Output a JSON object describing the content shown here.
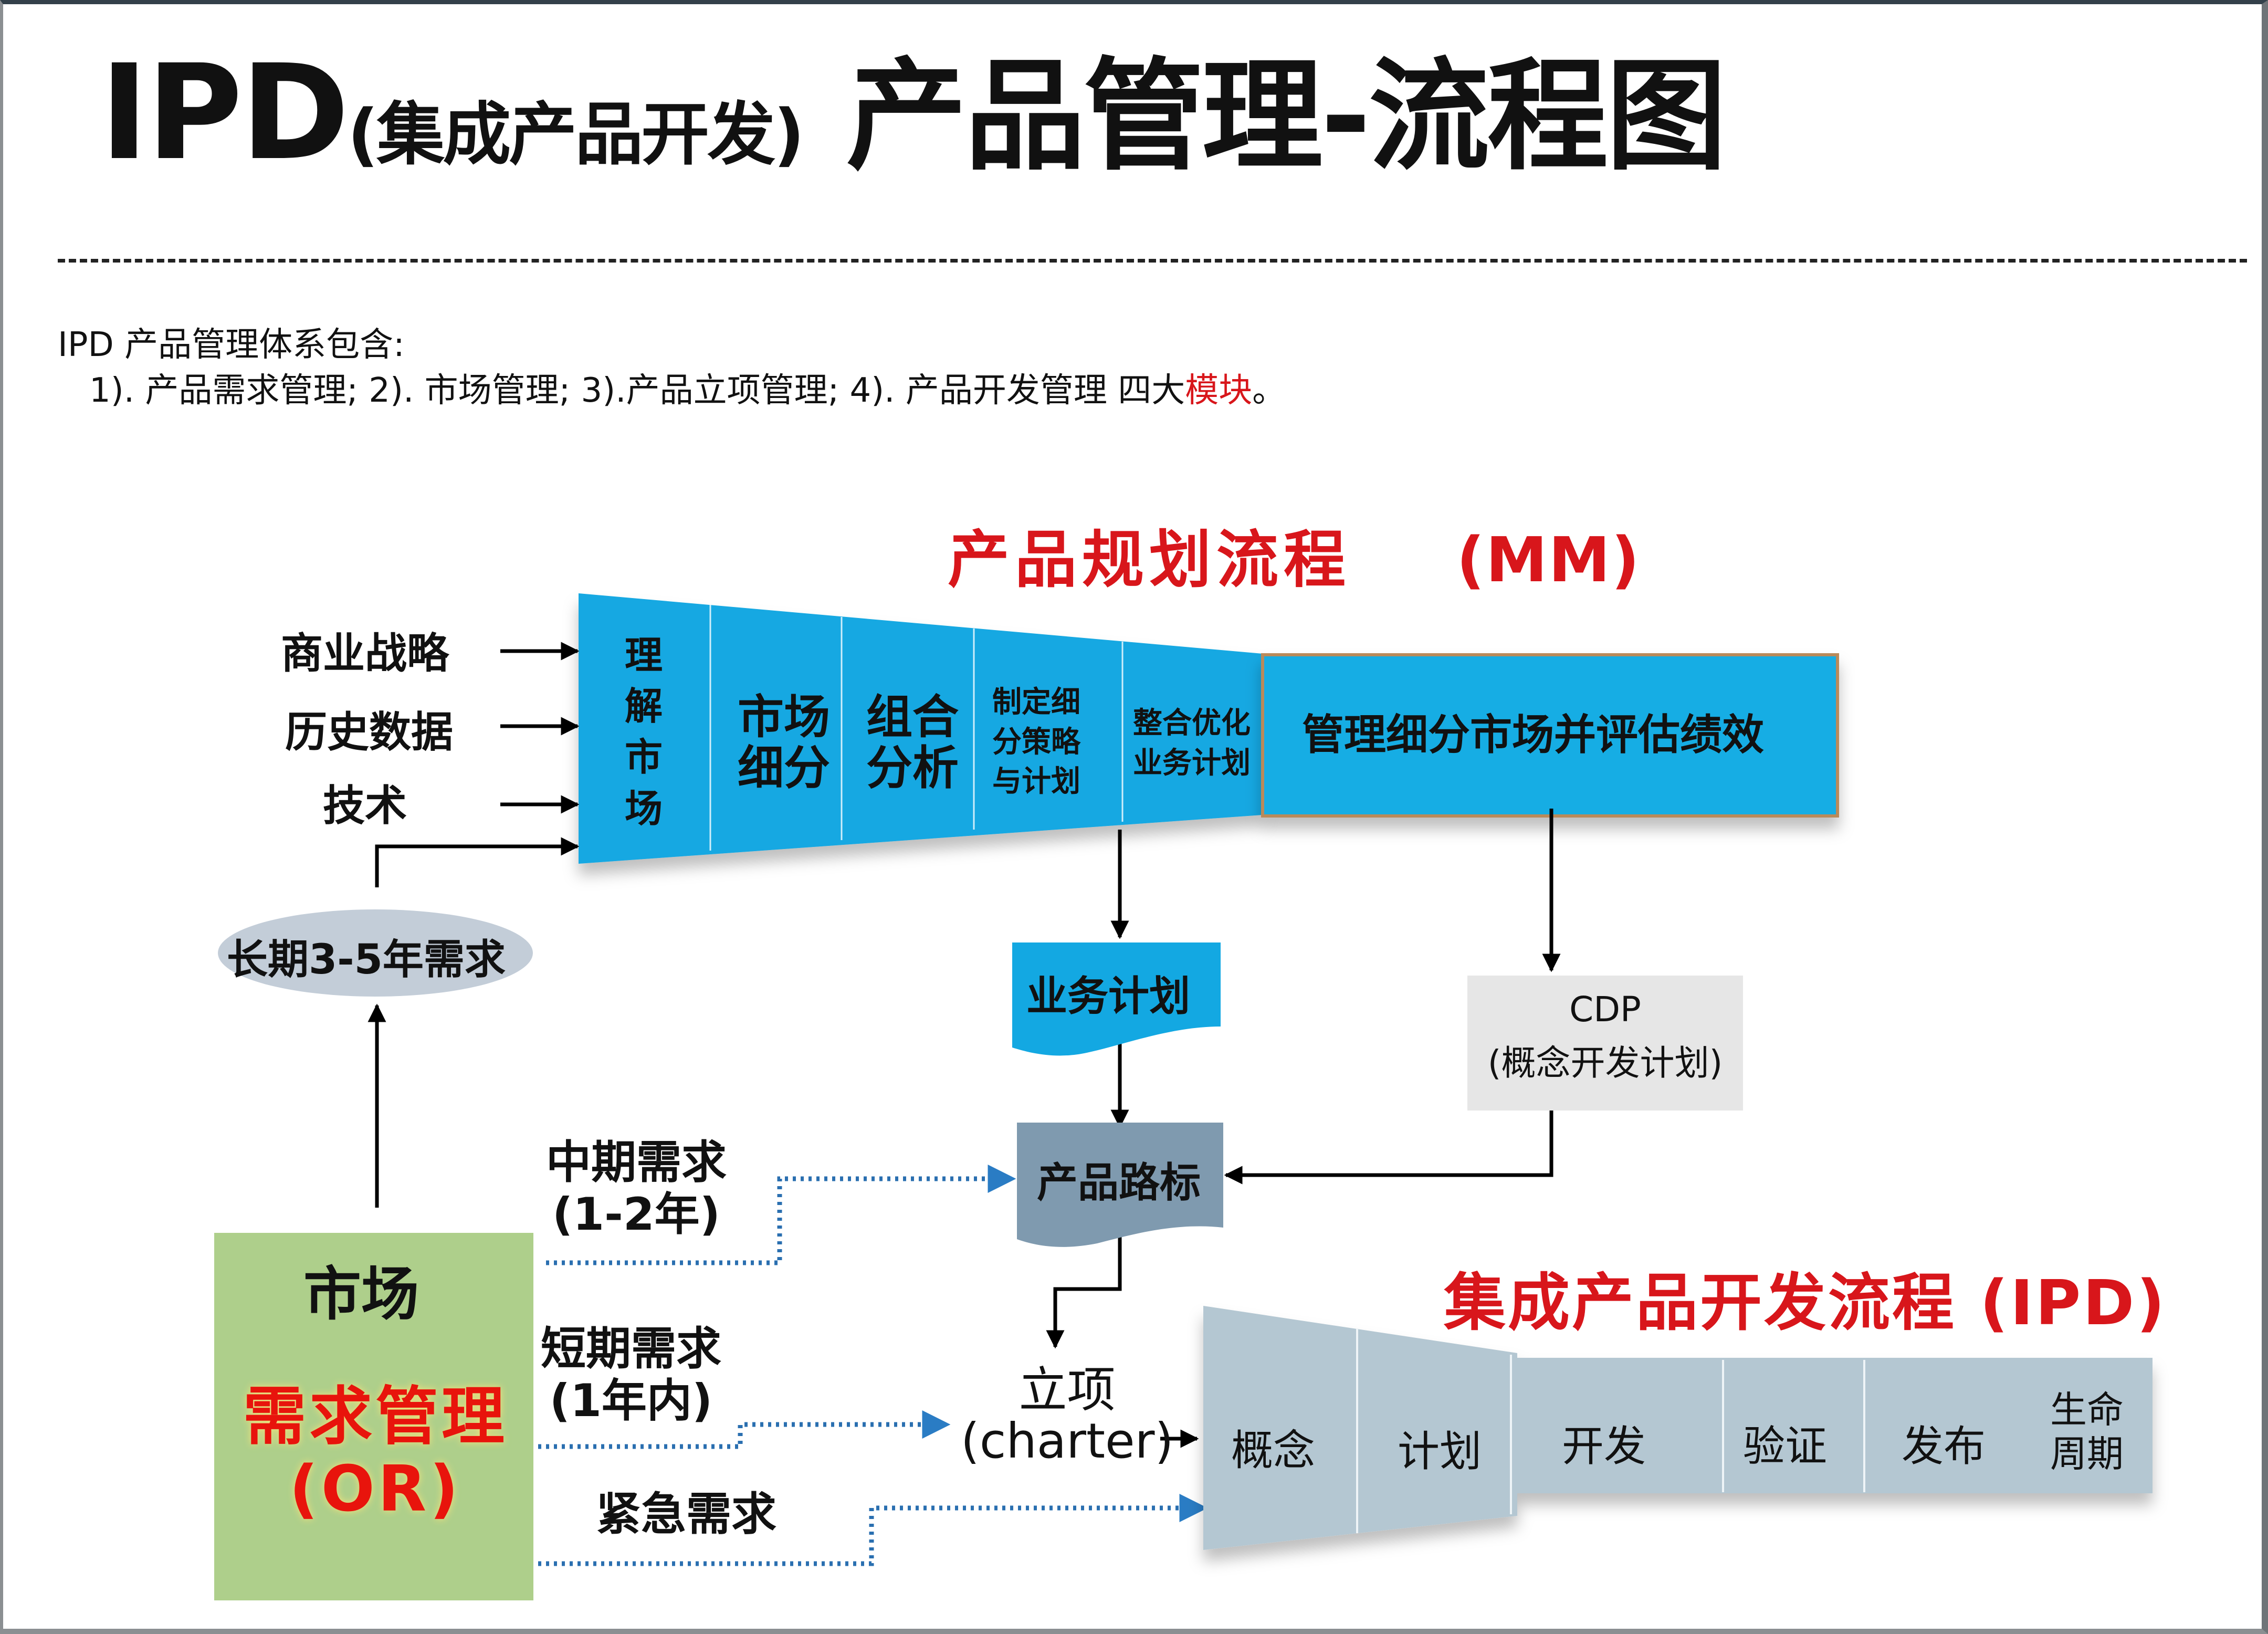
{
  "title": {
    "prefix": "IPD",
    "paren": "(集成产品开发)",
    "main": "产品管理-流程图"
  },
  "intro": {
    "line1": "IPD 产品管理体系包含:",
    "line2_prefix": "1). 产品需求管理; 2). 市场管理; 3).产品立项管理; 4). 产品开发管理   四大",
    "line2_highlight": "模块",
    "line2_suffix": "。"
  },
  "mm": {
    "title": "产品规划流程",
    "abbr": "(MM)",
    "inputs": [
      "商业战略",
      "历史数据",
      "技术"
    ],
    "long_term": "长期3-5年需求",
    "stages": [
      {
        "label": "理\n解\n市\n场"
      },
      {
        "label": "市场\n细分"
      },
      {
        "label": "组合\n分析"
      },
      {
        "label": "制定细\n分策略\n与计划"
      },
      {
        "label": "整合优化\n业务计划"
      }
    ],
    "manage": "管理细分市场并评估绩效",
    "business_plan": "业务计划",
    "cdp_line1": "CDP",
    "cdp_line2": "(概念开发计划)",
    "roadmap": "产品路标"
  },
  "market_box": {
    "title": "市场",
    "dm": "需求管理",
    "or": "(OR)"
  },
  "demands": {
    "mid": {
      "line1": "中期需求",
      "line2": "(1-2年)"
    },
    "short": {
      "line1": "短期需求",
      "line2": "(1年内)"
    },
    "urgent": "紧急需求"
  },
  "charter": {
    "line1": "立项",
    "line2": "(charter)"
  },
  "ipd": {
    "title": "集成产品开发流程 (IPD)",
    "phases": [
      "概念",
      "计划",
      "开发",
      "验证",
      "发布",
      "生命\n周期"
    ]
  },
  "colors": {
    "mm_blue": "#13a8e2",
    "roadmap_gray": "#7f9aaf",
    "ipd_gray": "#b4c7d2",
    "cdp_gray": "#e6e6e6",
    "market_green": "#aecf8b",
    "accent_red": "#d8161b",
    "dotted_blue": "#2a6fb0"
  }
}
